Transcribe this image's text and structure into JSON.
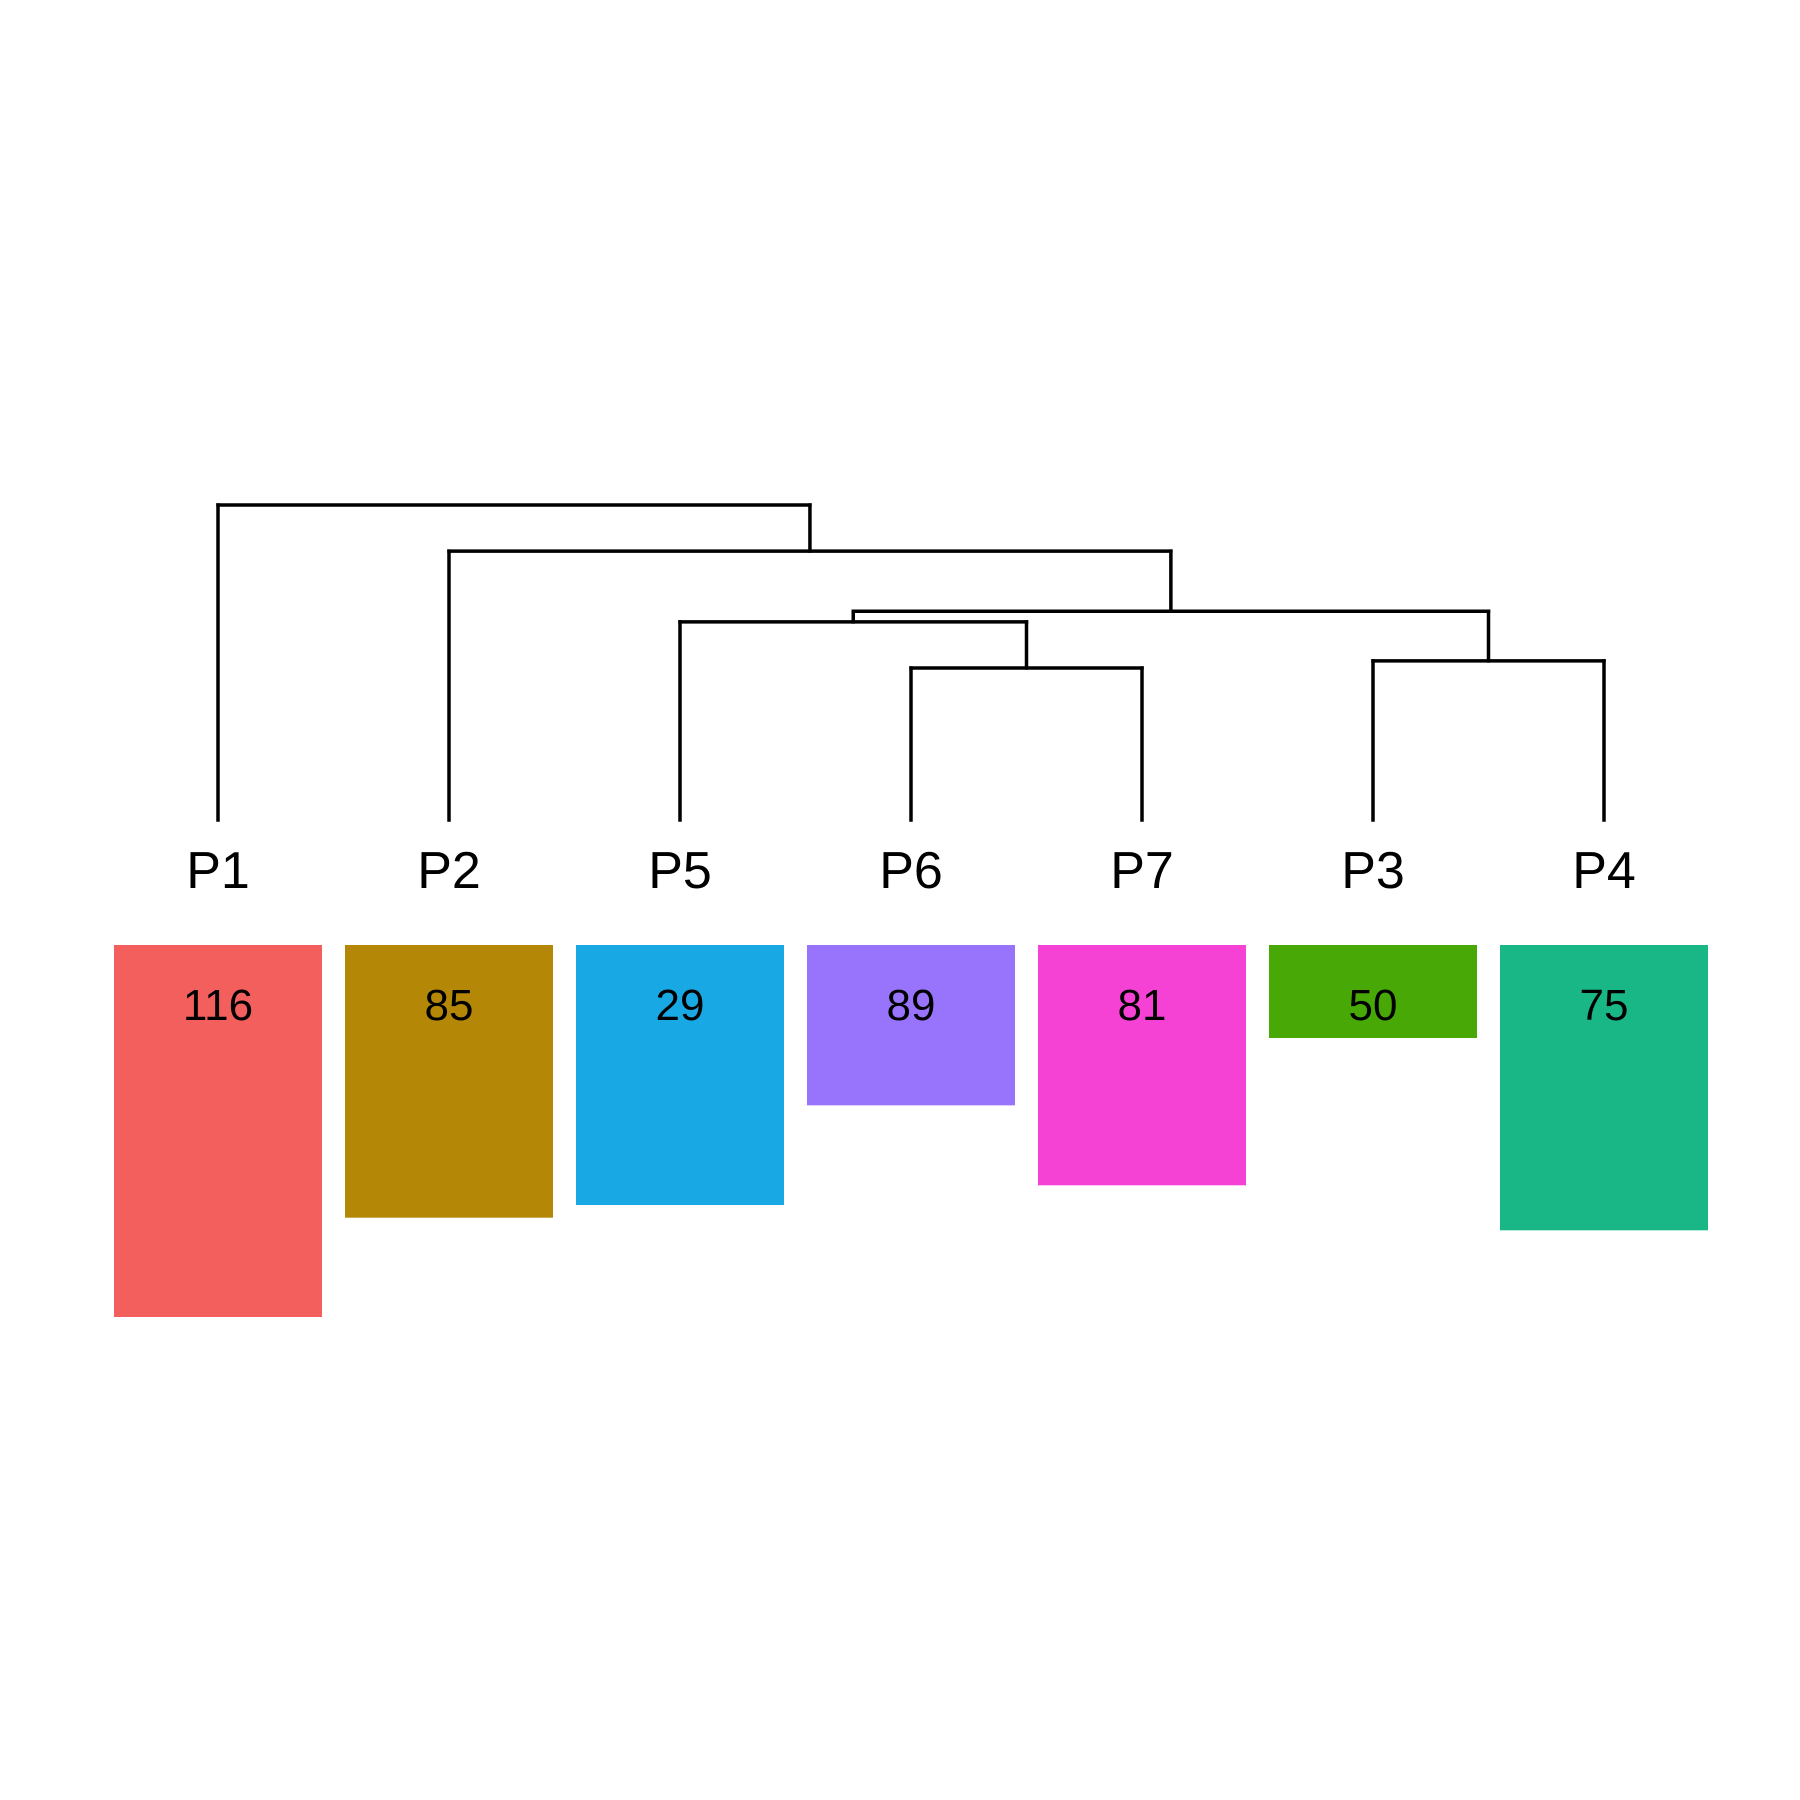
{
  "dendrogram": {
    "leaves": [
      {
        "id": "P1",
        "label": "P1",
        "count": 116,
        "color": "#F35F5C"
      },
      {
        "id": "P2",
        "label": "P2",
        "count": 85,
        "color": "#B48806"
      },
      {
        "id": "P5",
        "label": "P5",
        "count": 29,
        "color": "#18A8E4"
      },
      {
        "id": "P6",
        "label": "P6",
        "count": 89,
        "color": "#9873FC"
      },
      {
        "id": "P7",
        "label": "P7",
        "count": 81,
        "color": "#F642D4"
      },
      {
        "id": "P3",
        "label": "P3",
        "count": 50,
        "color": "#47A806"
      },
      {
        "id": "P4",
        "label": "P4",
        "count": 75,
        "color": "#19B786"
      }
    ],
    "bar_heights": {
      "P1": 1.0,
      "P2": 0.733,
      "P5": 0.699,
      "P6": 0.431,
      "P7": 0.646,
      "P3": 0.25,
      "P4": 0.767
    },
    "merges": [
      {
        "id": "m_P6_P7",
        "children": [
          "P6",
          "P7"
        ],
        "height": 0.54
      },
      {
        "id": "m_P3_P4",
        "children": [
          "P3",
          "P4"
        ],
        "height": 0.56
      },
      {
        "id": "m_P5_P67",
        "children": [
          "P5",
          "m_P6_P7"
        ],
        "height": 0.67
      },
      {
        "id": "m_mid_P34",
        "children": [
          "m_P5_P67",
          "m_P3_P4"
        ],
        "height": 0.7
      },
      {
        "id": "m_P2_rest",
        "children": [
          "P2",
          "m_mid_P34"
        ],
        "height": 0.87
      },
      {
        "id": "m_root",
        "children": [
          "P1",
          "m_P2_rest"
        ],
        "height": 1.0
      }
    ]
  }
}
